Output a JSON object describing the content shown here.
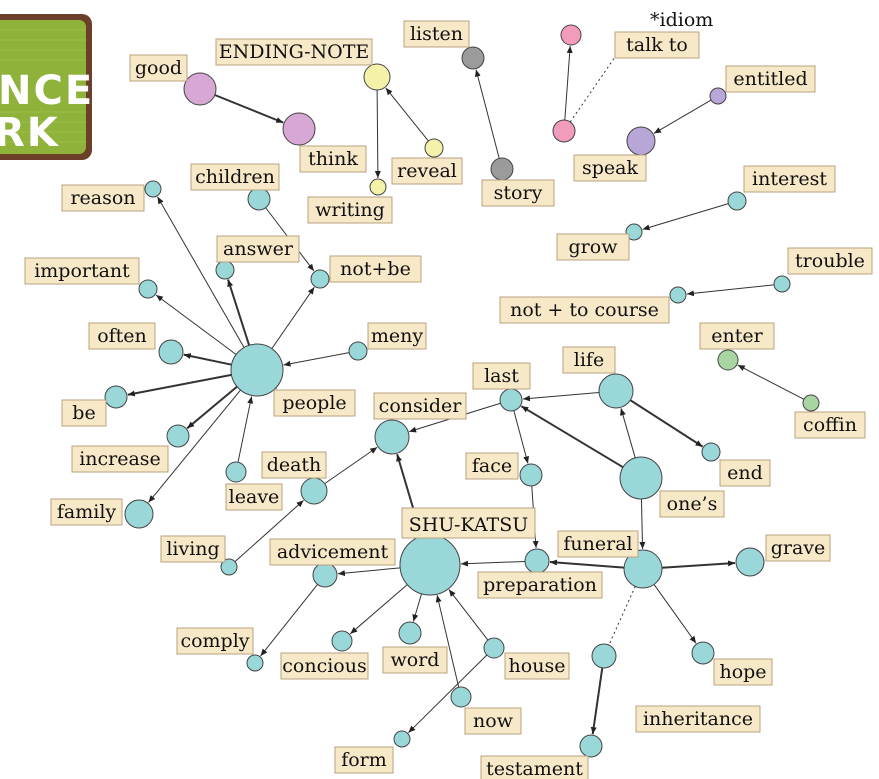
{
  "logo": {
    "line1": "NCE",
    "line2": "RK"
  },
  "note": "*idiom",
  "colors": {
    "teal": "#99d7d8",
    "yellow": "#f4f2a9",
    "pink": "#f29bbc",
    "lavender": "#b8a6d9",
    "green": "#a8d5a1",
    "gray": "#9b9b9b",
    "orchid": "#d7a7d6",
    "logo_green": "#8fb23a",
    "logo_border": "#6b3f2a",
    "label_fill": "#f7e8c8"
  },
  "nodes": [
    {
      "id": "shukatsu",
      "label": "SHU-KATSU",
      "color": "teal"
    },
    {
      "id": "hub",
      "label": "",
      "color": "teal"
    },
    {
      "id": "reason",
      "label": "reason",
      "color": "teal"
    },
    {
      "id": "children",
      "label": "children",
      "color": "teal"
    },
    {
      "id": "answer",
      "label": "answer",
      "color": "teal"
    },
    {
      "id": "notbe",
      "label": "not+be",
      "color": "teal"
    },
    {
      "id": "important",
      "label": "important",
      "color": "teal"
    },
    {
      "id": "often",
      "label": "often",
      "color": "teal"
    },
    {
      "id": "meny",
      "label": "meny",
      "color": "teal"
    },
    {
      "id": "be",
      "label": "be",
      "color": "teal"
    },
    {
      "id": "people",
      "label": "people",
      "color": "teal"
    },
    {
      "id": "increase",
      "label": "increase",
      "color": "teal"
    },
    {
      "id": "leave",
      "label": "leave",
      "color": "teal"
    },
    {
      "id": "family",
      "label": "family",
      "color": "teal"
    },
    {
      "id": "consider",
      "label": "consider",
      "color": "teal"
    },
    {
      "id": "death",
      "label": "death",
      "color": "teal"
    },
    {
      "id": "living",
      "label": "living",
      "color": "teal"
    },
    {
      "id": "last",
      "label": "last",
      "color": "teal"
    },
    {
      "id": "life",
      "label": "life",
      "color": "teal"
    },
    {
      "id": "face",
      "label": "face",
      "color": "teal"
    },
    {
      "id": "end",
      "label": "end",
      "color": "teal"
    },
    {
      "id": "ones",
      "label": "one’s",
      "color": "teal"
    },
    {
      "id": "funeral",
      "label": "funeral",
      "color": "teal"
    },
    {
      "id": "preparation",
      "label": "preparation",
      "color": "teal"
    },
    {
      "id": "grave",
      "label": "grave",
      "color": "teal"
    },
    {
      "id": "advicement",
      "label": "advicement",
      "color": "teal"
    },
    {
      "id": "comply",
      "label": "comply",
      "color": "teal"
    },
    {
      "id": "concious",
      "label": "concious",
      "color": "teal"
    },
    {
      "id": "word",
      "label": "word",
      "color": "teal"
    },
    {
      "id": "house",
      "label": "house",
      "color": "teal"
    },
    {
      "id": "now",
      "label": "now",
      "color": "teal"
    },
    {
      "id": "form",
      "label": "form",
      "color": "teal"
    },
    {
      "id": "hope",
      "label": "hope",
      "color": "teal"
    },
    {
      "id": "inheritance",
      "label": "inheritance",
      "color": "teal"
    },
    {
      "id": "testament",
      "label": "testament",
      "color": "teal"
    },
    {
      "id": "interest",
      "label": "interest",
      "color": "teal"
    },
    {
      "id": "grow",
      "label": "grow",
      "color": "teal"
    },
    {
      "id": "trouble",
      "label": "trouble",
      "color": "teal"
    },
    {
      "id": "notcourse",
      "label": "not + to course",
      "color": "teal"
    },
    {
      "id": "enter",
      "label": "enter",
      "color": "green"
    },
    {
      "id": "coffin",
      "label": "coffin",
      "color": "green"
    },
    {
      "id": "good",
      "label": "good",
      "color": "orchid"
    },
    {
      "id": "think",
      "label": "think",
      "color": "orchid"
    },
    {
      "id": "endingnote",
      "label": "ENDING-NOTE",
      "color": "yellow"
    },
    {
      "id": "writing",
      "label": "writing",
      "color": "yellow"
    },
    {
      "id": "reveal",
      "label": "reveal",
      "color": "yellow"
    },
    {
      "id": "listen",
      "label": "listen",
      "color": "gray"
    },
    {
      "id": "story",
      "label": "story",
      "color": "gray"
    },
    {
      "id": "talkto",
      "label": "talk to",
      "color": "pink"
    },
    {
      "id": "pink2",
      "label": "",
      "color": "pink"
    },
    {
      "id": "entitled",
      "label": "entitled",
      "color": "lavender"
    },
    {
      "id": "speak",
      "label": "speak",
      "color": "lavender"
    }
  ],
  "edges": [
    {
      "from": "hub",
      "to": "reason"
    },
    {
      "from": "hub",
      "to": "answer"
    },
    {
      "from": "hub",
      "to": "notbe"
    },
    {
      "from": "hub",
      "to": "important"
    },
    {
      "from": "hub",
      "to": "often"
    },
    {
      "from": "hub",
      "to": "be"
    },
    {
      "from": "hub",
      "to": "increase"
    },
    {
      "from": "hub",
      "to": "family"
    },
    {
      "from": "meny",
      "to": "hub"
    },
    {
      "from": "people",
      "to": "hub"
    },
    {
      "from": "leave",
      "to": "hub"
    },
    {
      "from": "children",
      "to": "notbe"
    },
    {
      "from": "shukatsu",
      "to": "consider"
    },
    {
      "from": "death",
      "to": "consider"
    },
    {
      "from": "living",
      "to": "death"
    },
    {
      "from": "last",
      "to": "consider"
    },
    {
      "from": "life",
      "to": "last"
    },
    {
      "from": "last",
      "to": "face"
    },
    {
      "from": "ones",
      "to": "last"
    },
    {
      "from": "life",
      "to": "end"
    },
    {
      "from": "ones",
      "to": "life"
    },
    {
      "from": "ones",
      "to": "funeral"
    },
    {
      "from": "face",
      "to": "preparation"
    },
    {
      "from": "preparation",
      "to": "shukatsu"
    },
    {
      "from": "funeral",
      "to": "preparation"
    },
    {
      "from": "funeral",
      "to": "grave"
    },
    {
      "from": "funeral",
      "to": "hope"
    },
    {
      "from": "funeral",
      "to": "inheritance"
    },
    {
      "from": "inheritance",
      "to": "testament"
    },
    {
      "from": "shukatsu",
      "to": "advicement"
    },
    {
      "from": "advicement",
      "to": "comply"
    },
    {
      "from": "shukatsu",
      "to": "concious"
    },
    {
      "from": "shukatsu",
      "to": "word"
    },
    {
      "from": "house",
      "to": "shukatsu"
    },
    {
      "from": "now",
      "to": "shukatsu"
    },
    {
      "from": "house",
      "to": "form"
    },
    {
      "from": "interest",
      "to": "grow"
    },
    {
      "from": "trouble",
      "to": "notcourse"
    },
    {
      "from": "coffin",
      "to": "enter"
    },
    {
      "from": "good",
      "to": "think"
    },
    {
      "from": "endingnote",
      "to": "writing"
    },
    {
      "from": "reveal",
      "to": "endingnote"
    },
    {
      "from": "story",
      "to": "listen"
    },
    {
      "from": "pink2",
      "to": "talkto"
    },
    {
      "from": "entitled",
      "to": "speak"
    },
    {
      "from": "pink2",
      "to": "talkto_label"
    }
  ]
}
